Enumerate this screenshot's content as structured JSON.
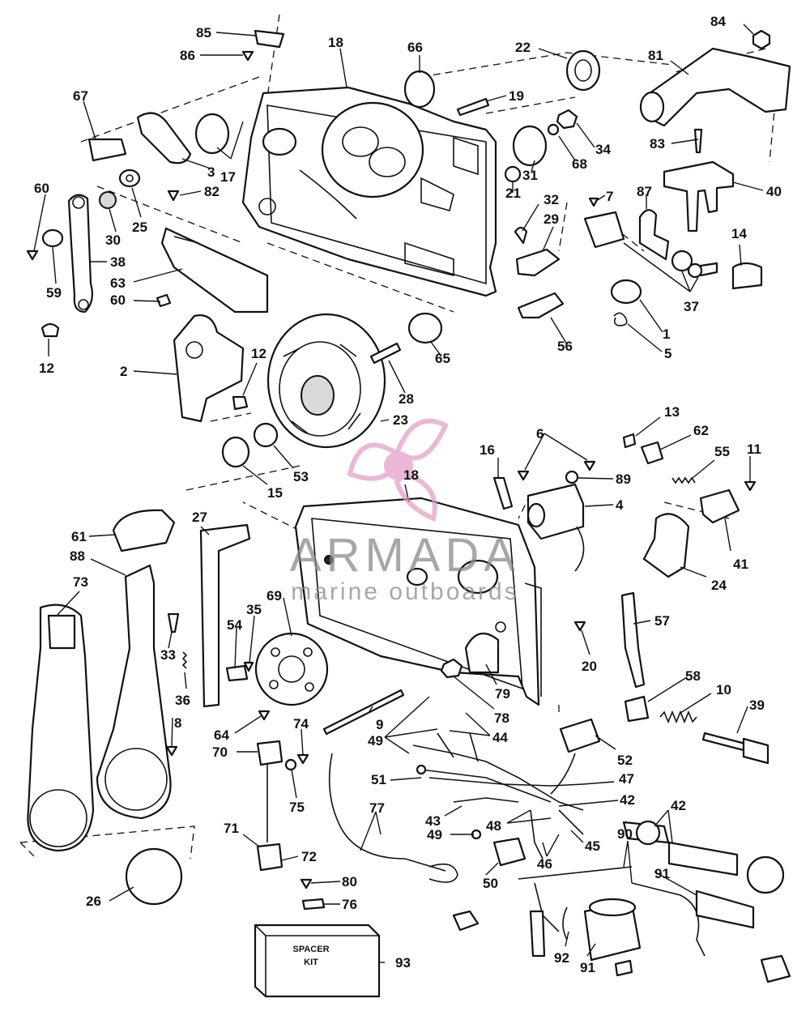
{
  "watermark": {
    "brand": "ARMADA",
    "tagline": "marine outboards",
    "logo_color": "#e39ac6",
    "text_color": "#8a8a8a"
  },
  "spacer_box": {
    "line1": "SPACER",
    "line2": "KIT"
  },
  "callouts": {
    "c85": "85",
    "c86": "86",
    "c18a": "18",
    "c66": "66",
    "c22": "22",
    "c84": "84",
    "c81": "81",
    "c67": "67",
    "c19": "19",
    "c34": "34",
    "c83": "83",
    "c17": "17",
    "c3": "3",
    "c68": "68",
    "c82": "82",
    "c31": "31",
    "c21": "21",
    "c40": "40",
    "c7": "7",
    "c87": "87",
    "c60a": "60",
    "c25": "25",
    "c30": "30",
    "c32": "32",
    "c29": "29",
    "c14": "14",
    "c38": "38",
    "c59": "59",
    "c63": "63",
    "c60b": "60",
    "c37": "37",
    "c1": "1",
    "c5": "5",
    "c56": "56",
    "c12a": "12",
    "c12b": "12",
    "c2": "2",
    "c65": "65",
    "c28": "28",
    "c23": "23",
    "c13": "13",
    "c62": "62",
    "c6": "6",
    "c16": "16",
    "c55": "55",
    "c11": "11",
    "c18b": "18",
    "c89": "89",
    "c53": "53",
    "c15": "15",
    "c4": "4",
    "c41": "41",
    "c61": "61",
    "c27": "27",
    "c88": "88",
    "c24": "24",
    "c73": "73",
    "c69": "69",
    "c35": "35",
    "c54": "54",
    "c57": "57",
    "c33": "33",
    "c36": "36",
    "c20": "20",
    "c79": "79",
    "c58": "58",
    "c10": "10",
    "c39": "39",
    "c9": "9",
    "c78": "78",
    "c8": "8",
    "c64": "64",
    "c74": "74",
    "c49a": "49",
    "c44": "44",
    "c52": "52",
    "c70": "70",
    "c75": "75",
    "c51": "51",
    "c47": "47",
    "c77": "77",
    "c42a": "42",
    "c42b": "42",
    "c43": "43",
    "c48": "48",
    "c49b": "49",
    "c71": "71",
    "c45": "45",
    "c72": "72",
    "c46": "46",
    "c90": "90",
    "c50": "50",
    "c91a": "91",
    "c80": "80",
    "c76": "76",
    "c26": "26",
    "c93": "93",
    "c92": "92",
    "c91b": "91"
  }
}
